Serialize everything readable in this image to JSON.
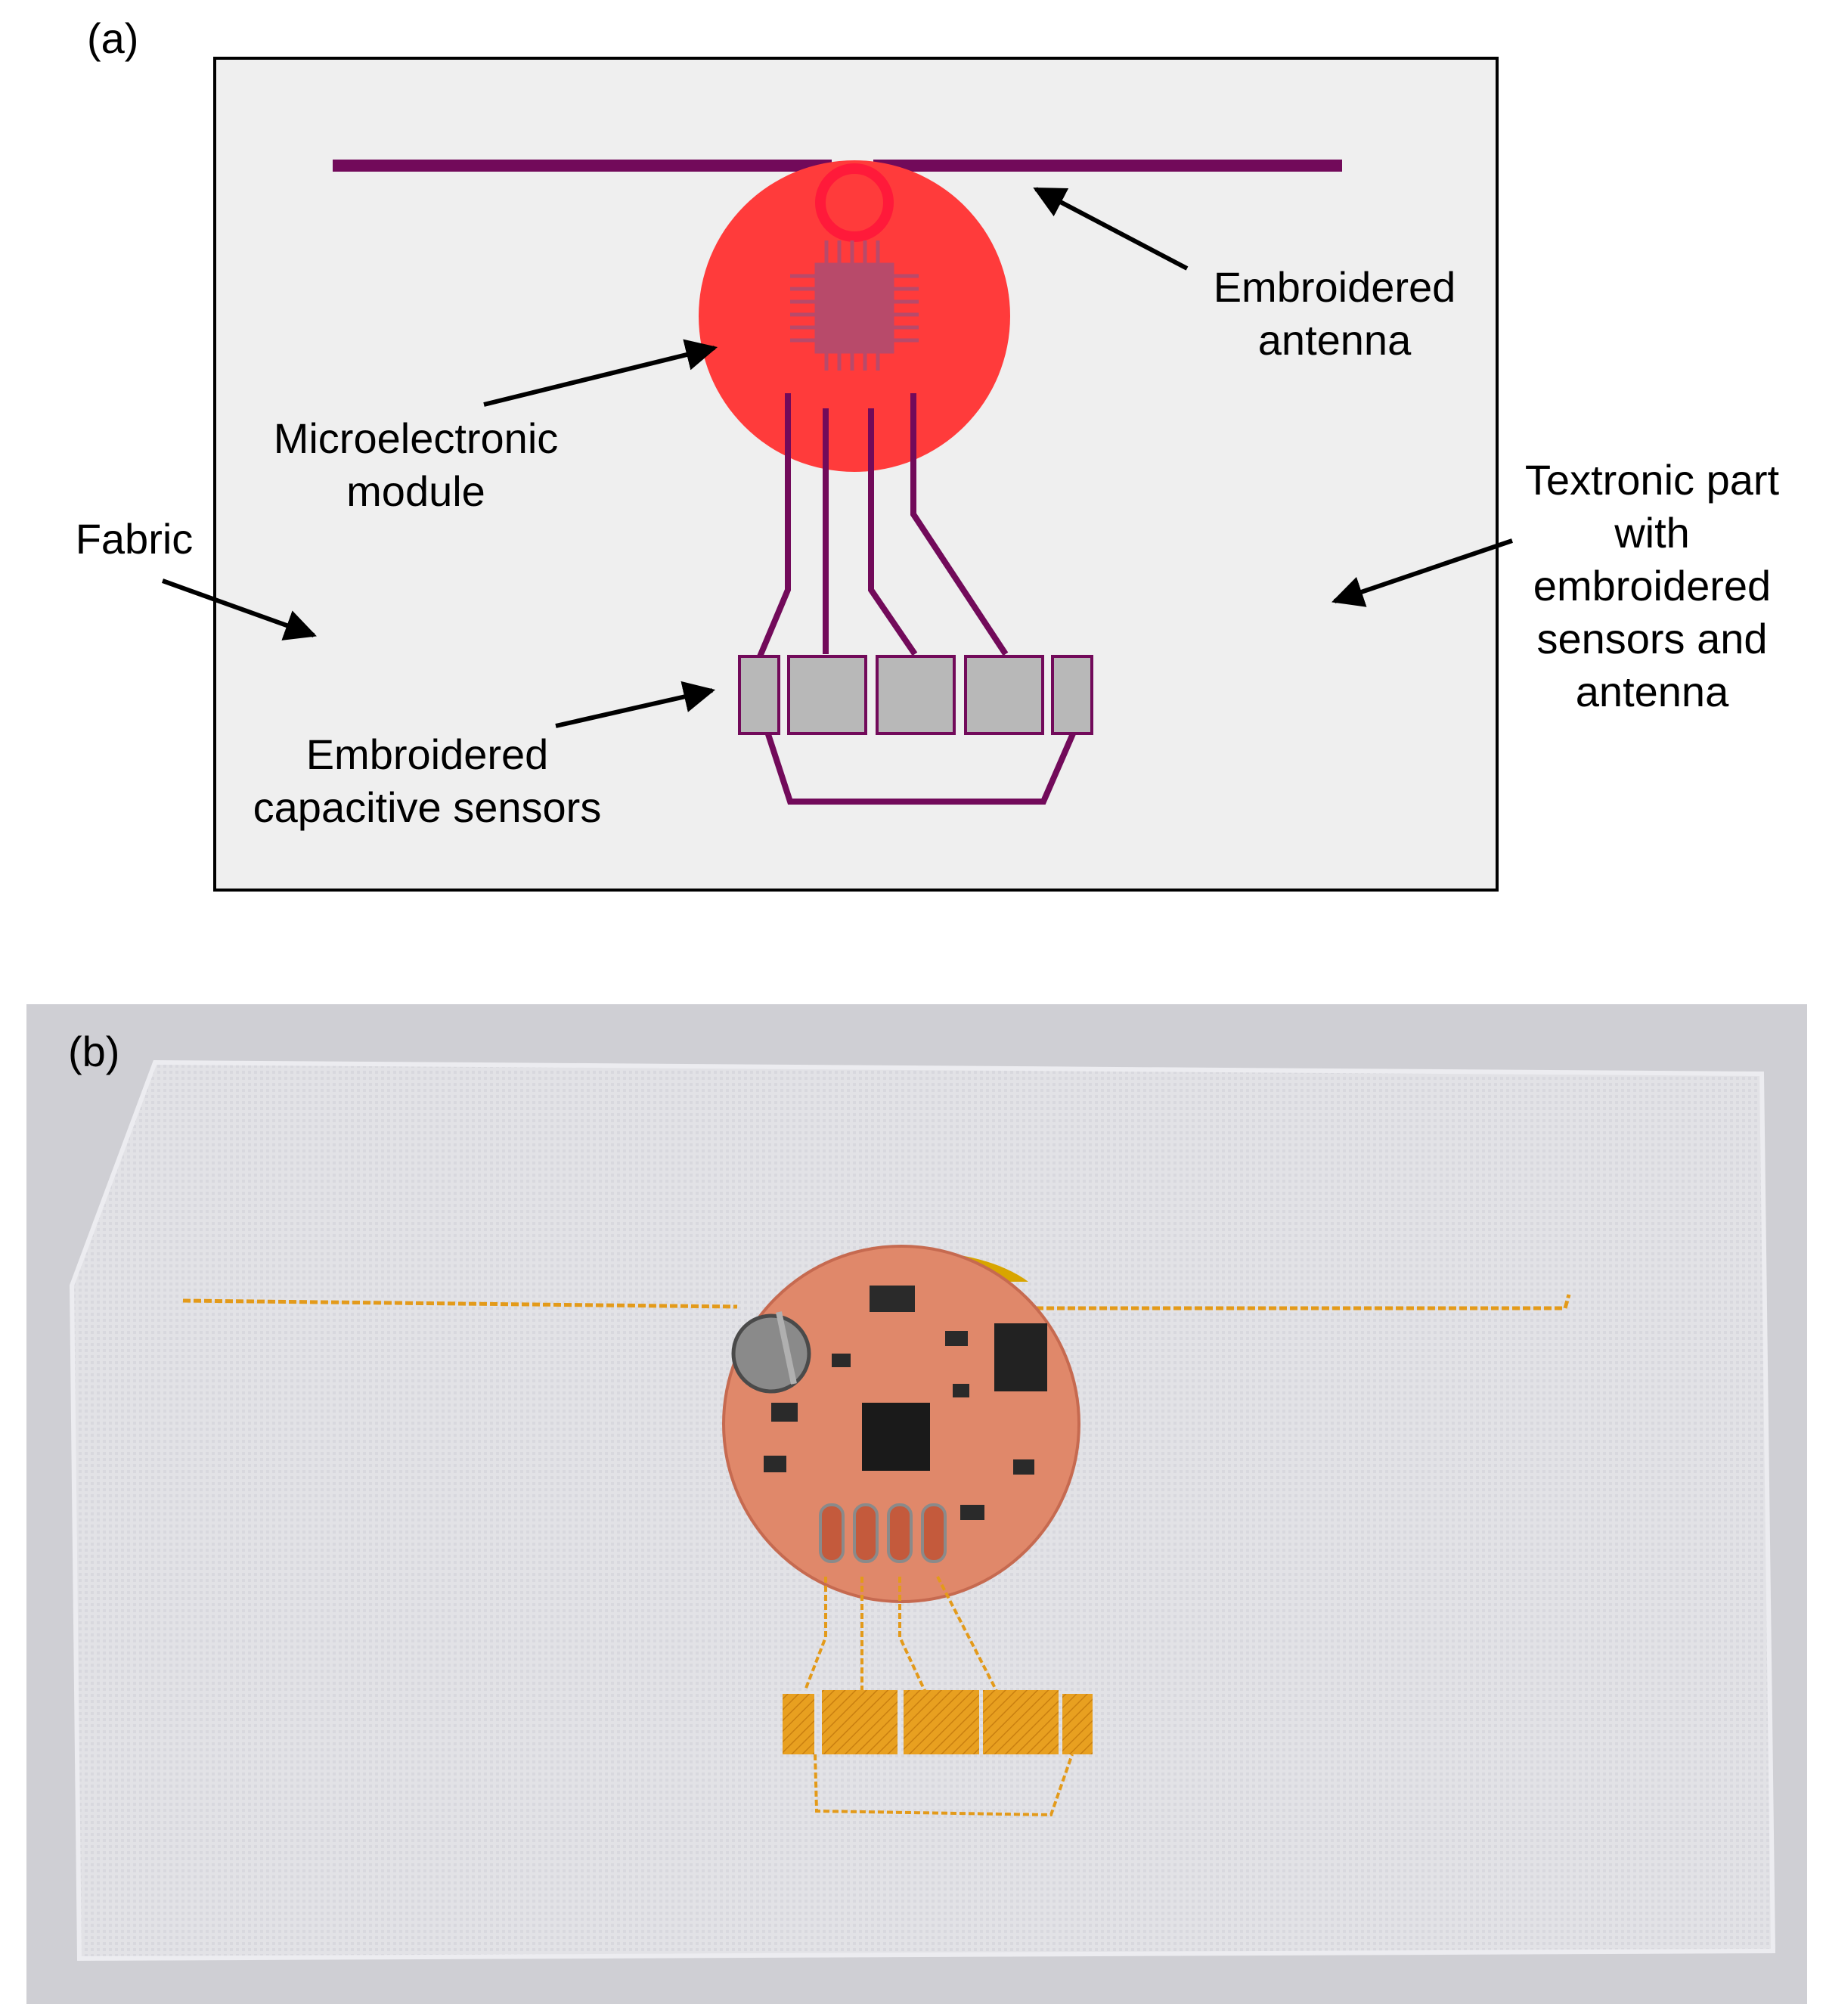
{
  "panel_a": {
    "label": "(a)",
    "annotations": {
      "antenna": [
        "Embroidered",
        "antenna"
      ],
      "module": [
        "Microelectronic",
        "module"
      ],
      "fabric": [
        "Fabric"
      ],
      "textronic": [
        "Textronic part",
        "with",
        "embroidered",
        "sensors and",
        "antenna"
      ],
      "sensors": [
        "Embroidered",
        "capacitive sensors"
      ]
    },
    "colors": {
      "fabric_bg": "#efefef",
      "trace": "#720a5a",
      "module": "#ff3b3b",
      "chip": "#b84a6a",
      "sensor_pad": "#b8b8b8",
      "arrow": "#000000"
    }
  },
  "panel_b": {
    "label": "(b)",
    "colors": {
      "background": "#cfcfd4",
      "fabric": "#e2e2e6",
      "thread": "#e39a1a",
      "pcb": "#e0886a",
      "kapton": "#d8a500"
    }
  }
}
